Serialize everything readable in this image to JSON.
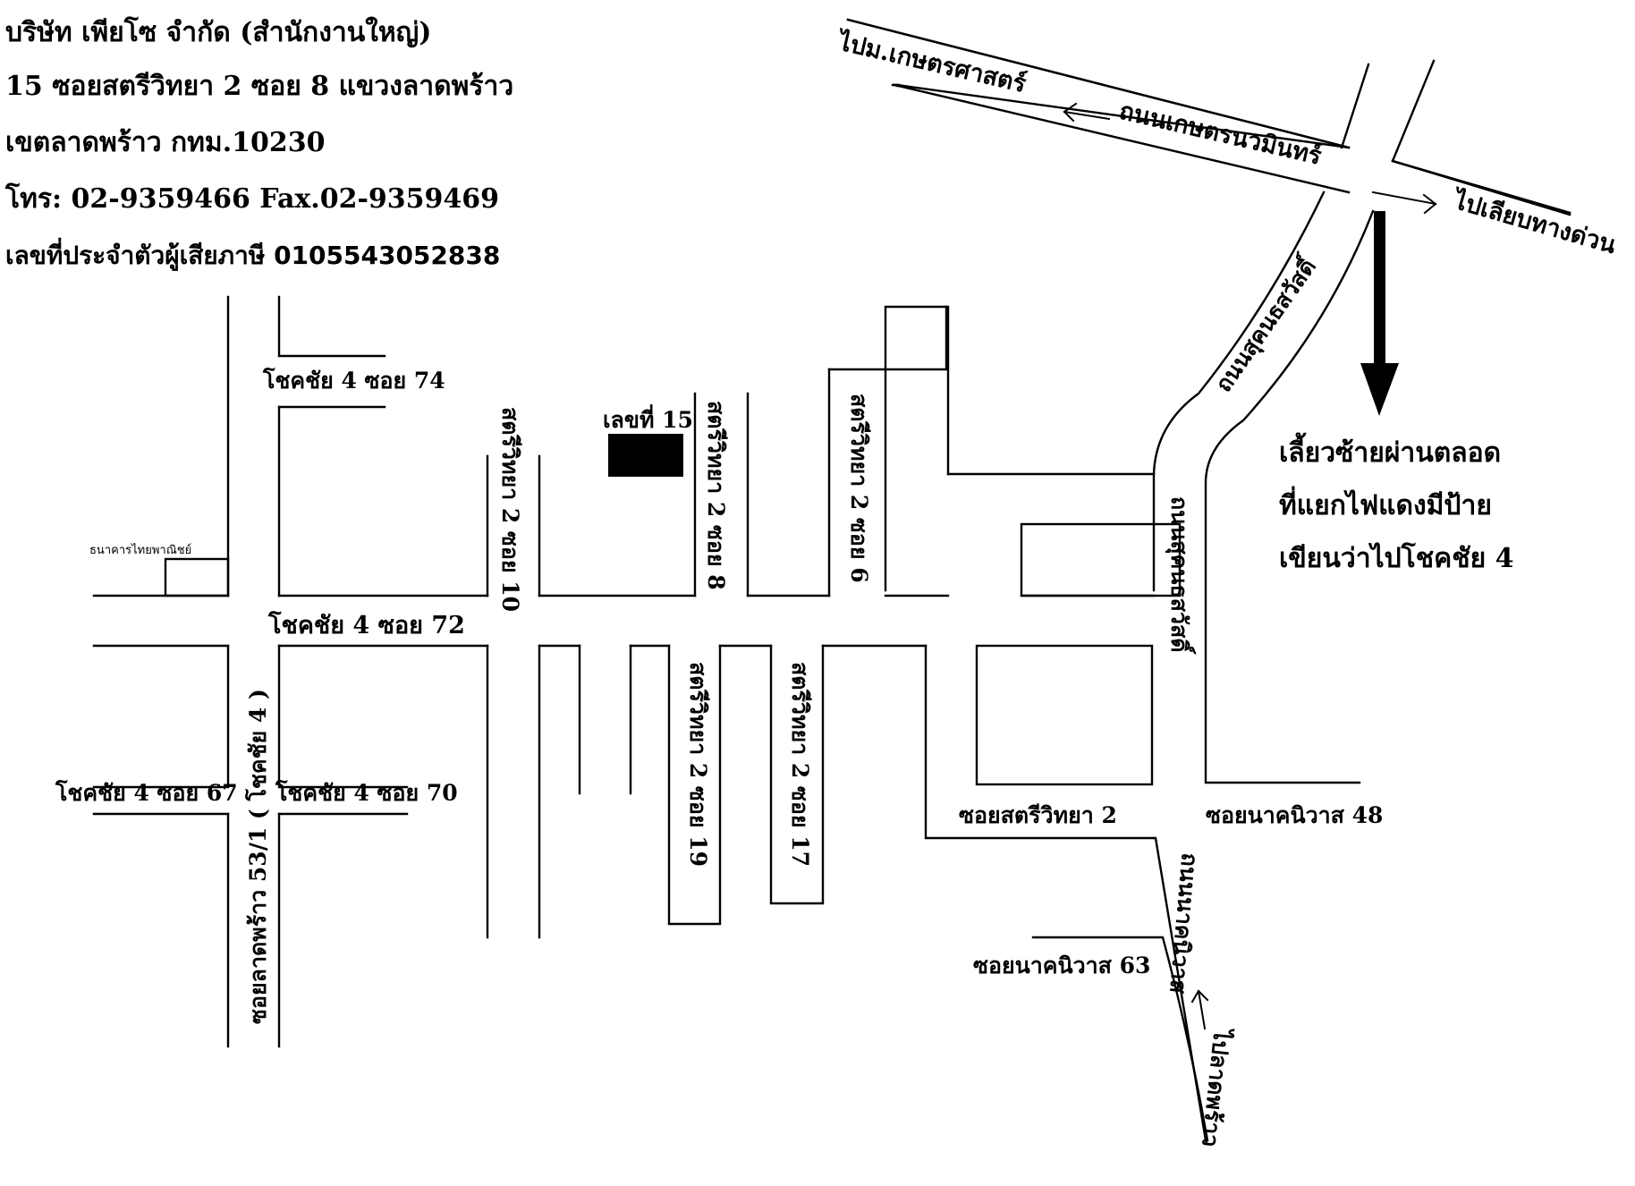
{
  "company": {
    "name": "บริษัท เพียโซ จำกัด (สำนักงานใหญ่)",
    "address_line1": "15 ซอยสตรีวิทยา 2 ซอย 8 แขวงลาดพร้าว",
    "address_line2": "เขตลาดพร้าว กทม.10230",
    "phone_fax": "โทร: 02-9359466 Fax.02-9359469",
    "tax_id": "เลขที่ประจำตัวผู้เสียภาษี  0105543052838"
  },
  "map": {
    "colors": {
      "ink": "#000000",
      "background": "#ffffff"
    },
    "main_roads": {
      "kaset_nawamin": "ถนนเกษตรนวมินทร์",
      "to_kasetsart": "ไปม.เกษตรศาสตร์",
      "to_expressway": "ไปเลียบทางด่วน",
      "sukhon_sawat": "ถนนสุคนธสวัสดิ์",
      "sukhon_sawat_lower": "ถนนสุคนธสวัสดิ์",
      "nak_niwat": "ถนนนาคนิวาส",
      "to_ladprao": "ไปลาดพร้าว"
    },
    "streets": {
      "chokchai4_soi74": "โชคชัย 4 ซอย 74",
      "chokchai4_soi72": "โชคชัย 4 ซอย 72",
      "chokchai4_soi67": "โชคชัย 4 ซอย 67",
      "chokchai4_soi70": "โชคชัย 4 ซอย 70",
      "ladprao_53_1": "ซอยลาดพร้าว 53/1 ( โชคชัย 4 )",
      "satriwit2_soi10": "สตรีวิทยา 2 ซอย 10",
      "satriwit2_soi8": "สตรีวิทยา 2 ซอย 8",
      "satriwit2_soi6": "สตรีวิทยา 2 ซอย 6",
      "satriwit2_soi19": "สตรีวิทยา 2 ซอย 19",
      "satriwit2_soi17": "สตรีวิทยา 2 ซอย 17",
      "soi_satriwit2": "ซอยสตรีวิทยา 2",
      "soi_nakniwat48": "ซอยนาคนิวาส 48",
      "soi_nakniwat63": "ซอยนาคนิวาส 63"
    },
    "landmarks": {
      "bank": "ธนาคารไทยพาณิชย์",
      "building_no15": "เลขที่ 15"
    },
    "directions": {
      "line1": "เลี้ยวซ้ายผ่านตลอด",
      "line2": "ที่แยกไฟแดงมีป้าย",
      "line3": "เขียนว่าไปโชคชัย 4"
    },
    "icons": {
      "destination_marker": "filled-black-rectangle",
      "turn_arrow": "down-arrow",
      "direction_arrows": "left-right-arrows"
    }
  }
}
